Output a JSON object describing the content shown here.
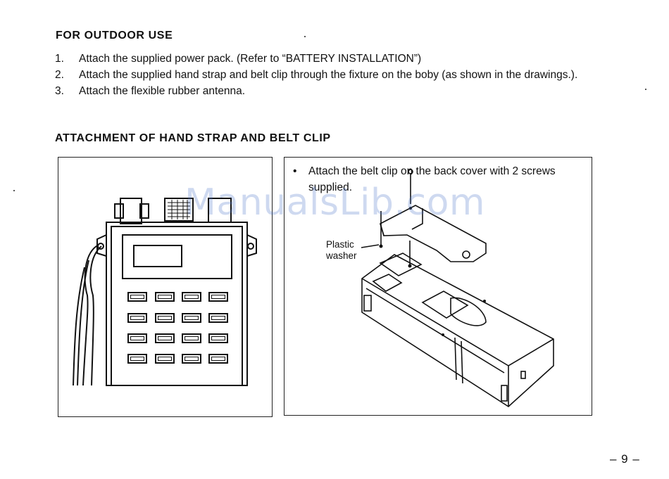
{
  "page": {
    "heading_outdoor": "FOR OUTDOOR USE",
    "steps": [
      {
        "num": "1.",
        "text": "Attach the supplied power pack. (Refer to “BATTERY INSTALLATION”)"
      },
      {
        "num": "2.",
        "text": "Attach the supplied hand strap and belt clip through the fixture on the boby (as shown in the drawings.)."
      },
      {
        "num": "3.",
        "text": "Attach the flexible rubber antenna."
      }
    ],
    "heading_attachment": "ATTACHMENT OF HAND STRAP AND BELT CLIP",
    "bullet": "•",
    "bullet_text": "Attach the belt clip on the back cover with 2 screws supplied.",
    "callout_line1": "Plastic",
    "callout_line2": "washer",
    "watermark": "ManualsLib.com",
    "page_number": "– 9 –"
  },
  "icons": {
    "left_panel": "radio-with-hand-strap-illustration",
    "right_panel": "belt-clip-assembly-illustration"
  },
  "colors": {
    "ink": "#111111",
    "watermark": "#5078c8"
  }
}
